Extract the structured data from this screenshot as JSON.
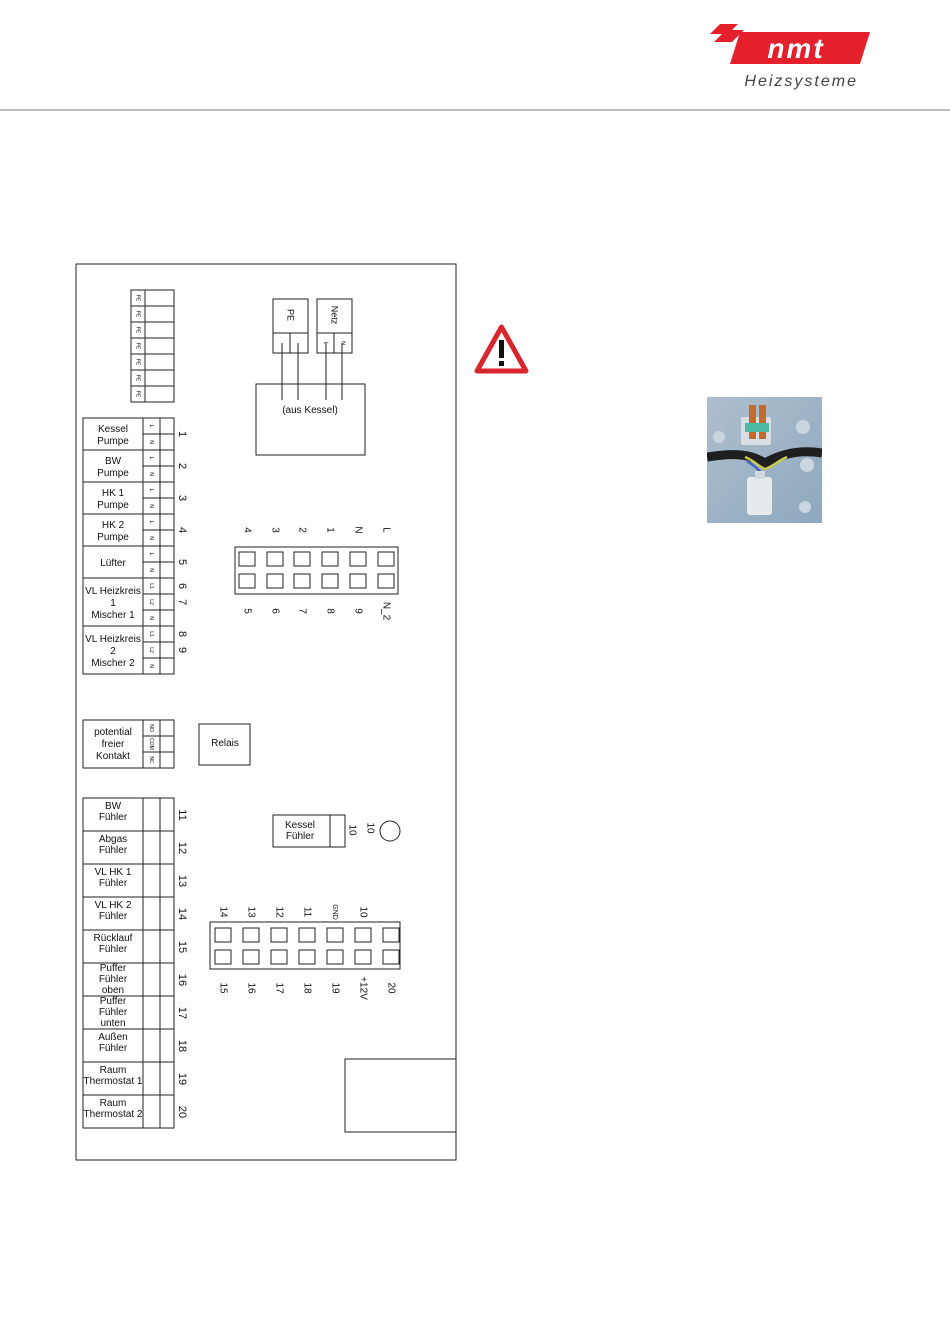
{
  "brand": {
    "logo_text": "nmt",
    "tagline": "Heizsysteme",
    "color": "#e3202b"
  },
  "pe_strip": {
    "labels": [
      "PE",
      "PE",
      "PE",
      "PE",
      "PE",
      "PE",
      "PE"
    ]
  },
  "outputs": [
    {
      "lines": [
        "Kessel",
        "Pumpe"
      ],
      "pins": [
        "L",
        "N"
      ],
      "nums": [
        "1"
      ]
    },
    {
      "lines": [
        "BW",
        "Pumpe"
      ],
      "pins": [
        "L",
        "N"
      ],
      "nums": [
        "2"
      ]
    },
    {
      "lines": [
        "HK 1",
        "Pumpe"
      ],
      "pins": [
        "L",
        "N"
      ],
      "nums": [
        "3"
      ]
    },
    {
      "lines": [
        "HK 2",
        "Pumpe"
      ],
      "pins": [
        "L",
        "N"
      ],
      "nums": [
        "4"
      ]
    },
    {
      "lines": [
        "Lüfter"
      ],
      "pins": [
        "L",
        "N"
      ],
      "nums": [
        "5"
      ]
    },
    {
      "lines": [
        "VL Heizkreis",
        "1",
        "Mischer 1"
      ],
      "pins": [
        "L1",
        "L2",
        "N"
      ],
      "nums": [
        "6",
        "7"
      ]
    },
    {
      "lines": [
        "VL Heizkreis",
        "2",
        "Mischer 2"
      ],
      "pins": [
        "L1",
        "L2",
        "N"
      ],
      "nums": [
        "8",
        "9"
      ]
    }
  ],
  "contact": {
    "lines": [
      "potential",
      "freier",
      "Kontakt"
    ],
    "pins": [
      "NO",
      "COM",
      "NC"
    ]
  },
  "relay_label": "Relais",
  "sensors": [
    {
      "lines": [
        "BW",
        "Fühler"
      ],
      "num": "11"
    },
    {
      "lines": [
        "Abgas",
        "Fühler"
      ],
      "num": "12"
    },
    {
      "lines": [
        "VL HK 1",
        "Fühler"
      ],
      "num": "13"
    },
    {
      "lines": [
        "VL HK 2",
        "Fühler"
      ],
      "num": "14"
    },
    {
      "lines": [
        "Rücklauf",
        "Fühler"
      ],
      "num": "15"
    },
    {
      "lines": [
        "Puffer",
        "Fühler",
        "oben"
      ],
      "num": "16"
    },
    {
      "lines": [
        "Puffer",
        "Fühler",
        "unten"
      ],
      "num": "17"
    },
    {
      "lines": [
        "Außen",
        "Fühler"
      ],
      "num": "18"
    },
    {
      "lines": [
        "Raum",
        "Thermostat 1"
      ],
      "num": "19"
    },
    {
      "lines": [
        "Raum",
        "Thermostat 2"
      ],
      "num": "20"
    }
  ],
  "power": {
    "pe_label": "PE",
    "netz_label": "Netz",
    "netz_pins": [
      "L",
      "N"
    ],
    "source_label": "(aus Kessel)"
  },
  "connector_top": {
    "top": [
      "4",
      "3",
      "2",
      "1",
      "N",
      "L"
    ],
    "bottom": [
      "5",
      "6",
      "7",
      "8",
      "9",
      "N_2"
    ]
  },
  "kessel_sensor": {
    "lines": [
      "Kessel",
      "Fühler"
    ],
    "num": "10",
    "side_num": "10"
  },
  "connector_bottom": {
    "top": [
      "14",
      "13",
      "12",
      "11",
      "GND",
      "10",
      ""
    ],
    "bottom": [
      "15",
      "16",
      "17",
      "18",
      "19",
      "+12V",
      "20"
    ]
  },
  "icons": {
    "warning": "warning-triangle-icon",
    "photo": "wago-connector-photo"
  }
}
